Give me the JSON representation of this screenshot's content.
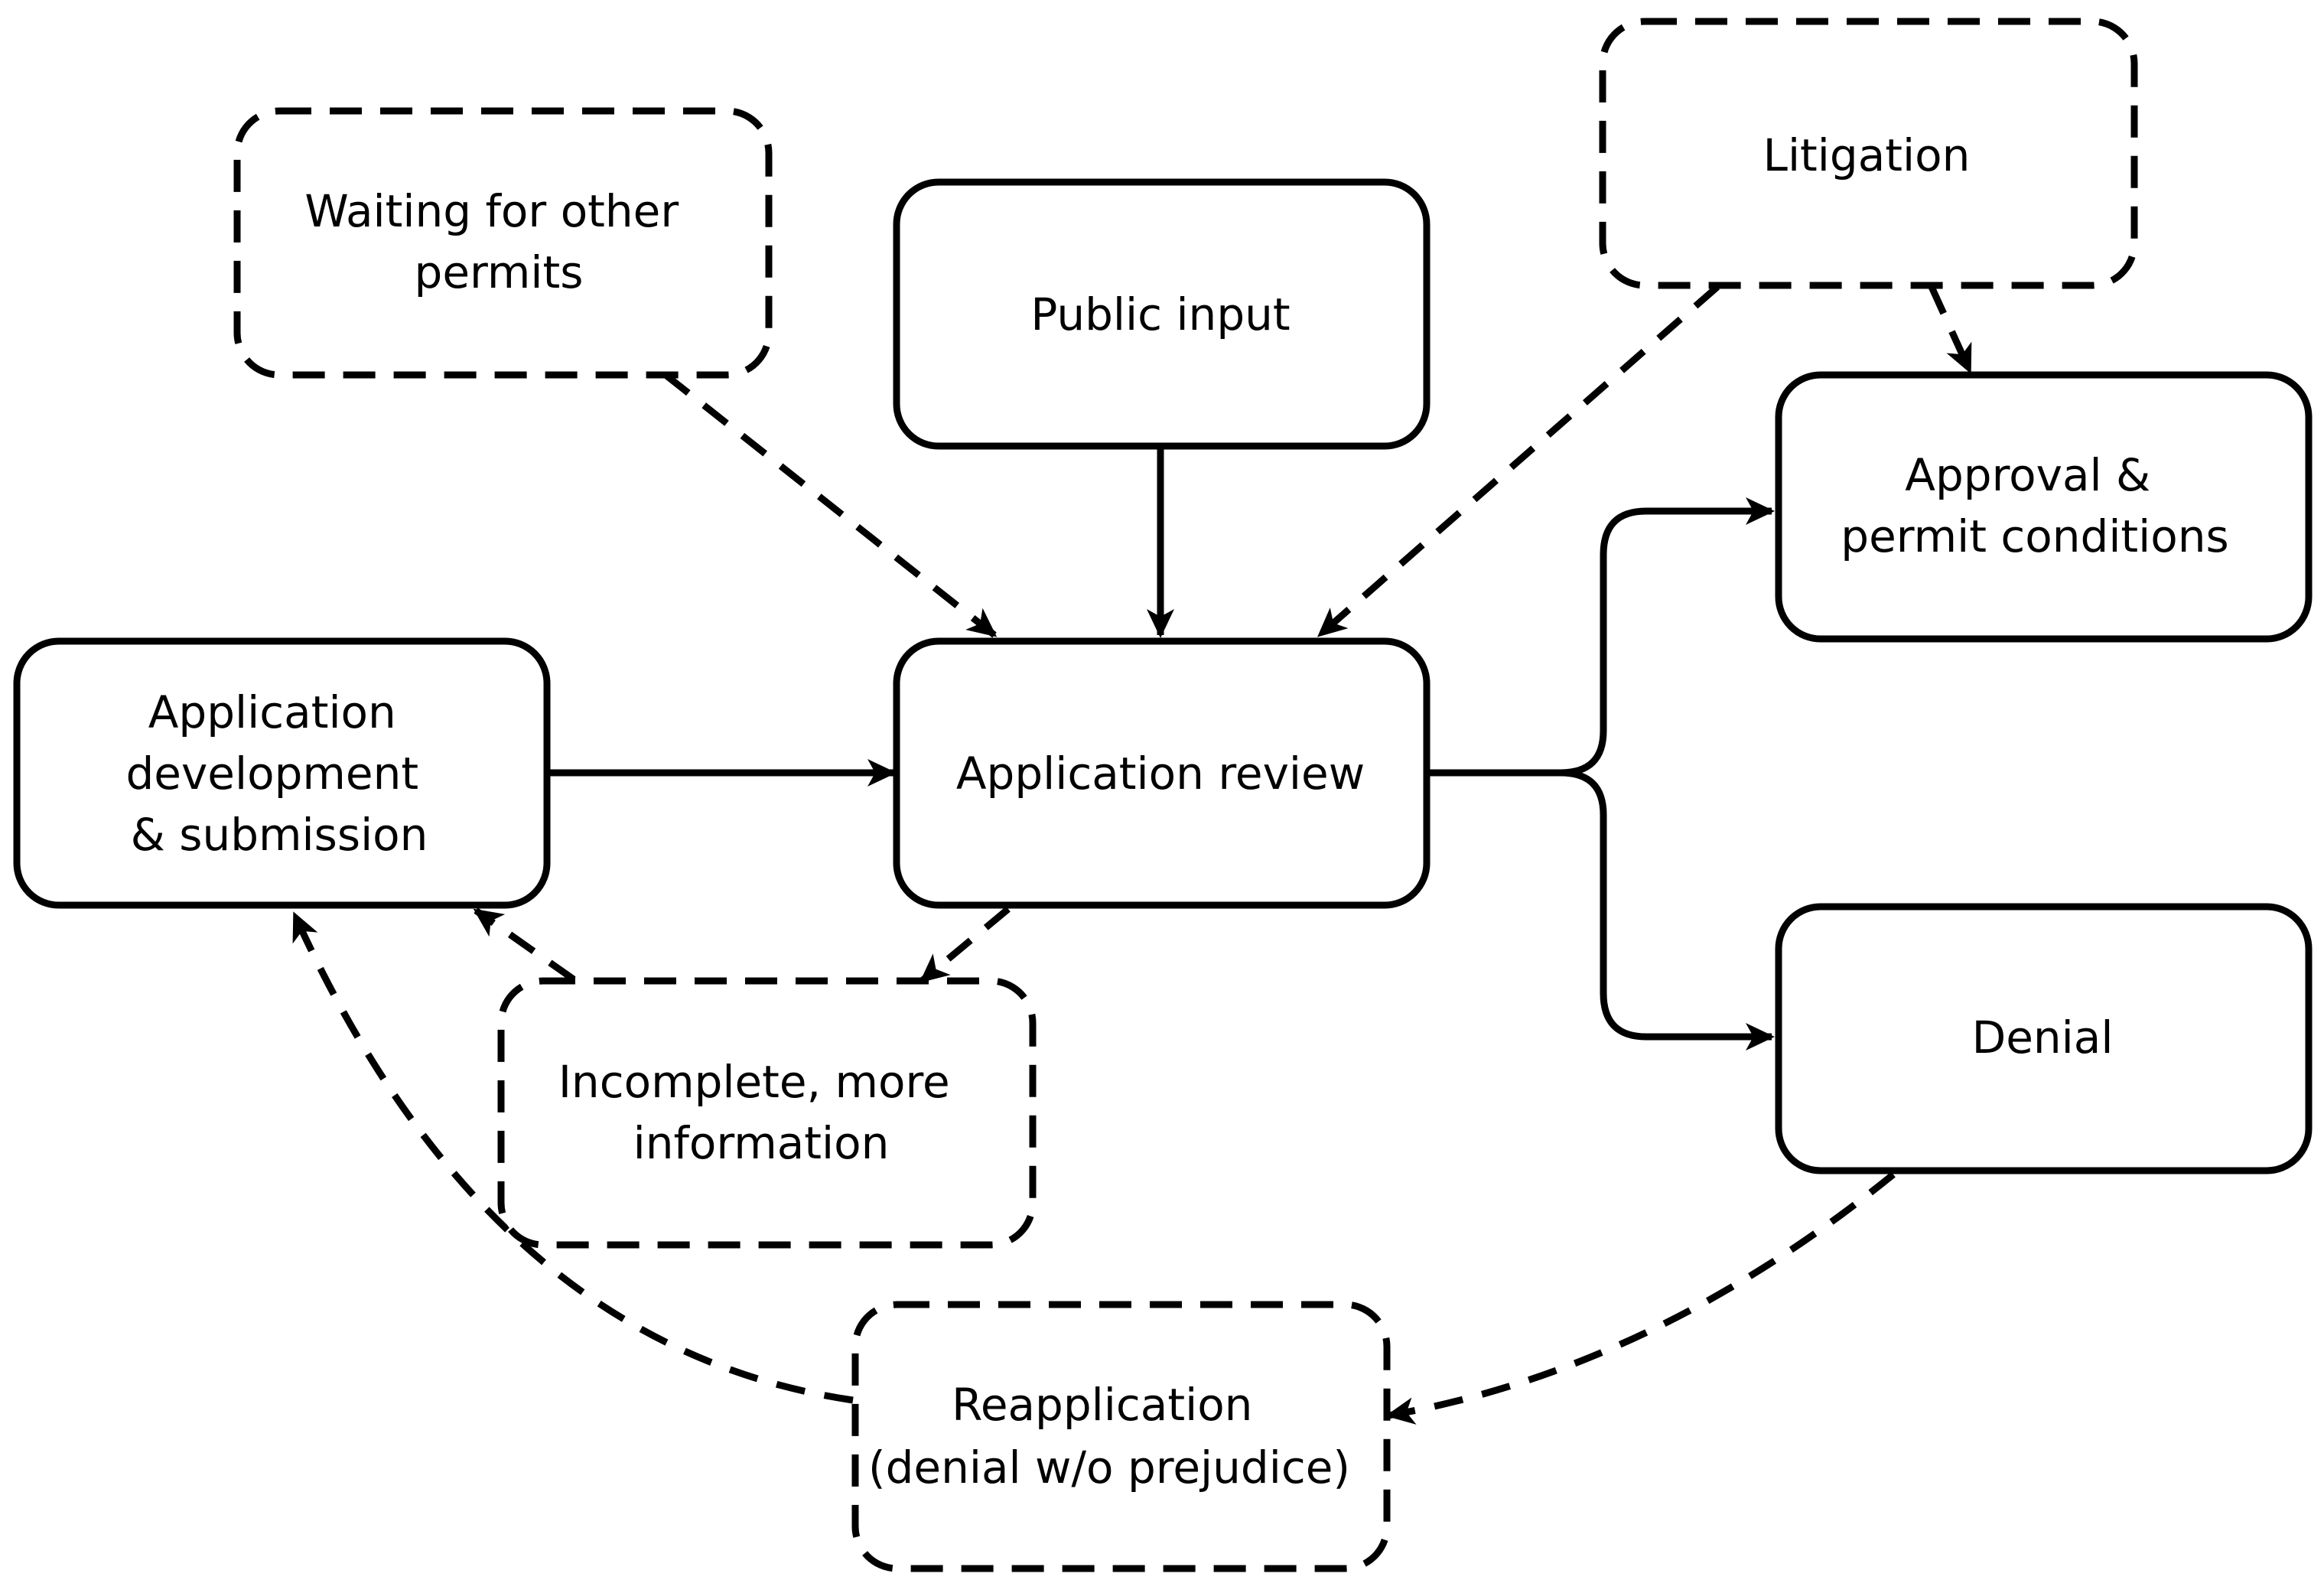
{
  "nodes": {
    "waiting": {
      "lines": [
        "Waiting for other",
        "permits"
      ],
      "style": "dashed"
    },
    "public_input": {
      "lines": [
        "Public input"
      ],
      "style": "solid"
    },
    "litigation": {
      "lines": [
        "Litigation"
      ],
      "style": "dashed"
    },
    "approval": {
      "lines": [
        "Approval &",
        "permit conditions"
      ],
      "style": "solid"
    },
    "app_dev": {
      "lines": [
        "Application",
        "development",
        "& submission"
      ],
      "style": "solid"
    },
    "app_review": {
      "lines": [
        "Application review"
      ],
      "style": "solid"
    },
    "incomplete": {
      "lines": [
        "Incomplete, more",
        "information"
      ],
      "style": "dashed"
    },
    "denial": {
      "lines": [
        "Denial"
      ],
      "style": "solid"
    },
    "reapplication": {
      "lines": [
        "Reapplication",
        "(denial w/o prejudice)"
      ],
      "style": "dashed"
    }
  },
  "edges": [
    {
      "from": "waiting",
      "to": "app_review",
      "style": "dashed"
    },
    {
      "from": "public_input",
      "to": "app_review",
      "style": "solid"
    },
    {
      "from": "litigation",
      "to": "app_review",
      "style": "dashed"
    },
    {
      "from": "litigation",
      "to": "approval",
      "style": "dashed"
    },
    {
      "from": "app_dev",
      "to": "app_review",
      "style": "solid"
    },
    {
      "from": "app_review",
      "to": "approval",
      "style": "solid"
    },
    {
      "from": "app_review",
      "to": "denial",
      "style": "solid"
    },
    {
      "from": "app_review",
      "to": "incomplete",
      "style": "dashed"
    },
    {
      "from": "incomplete",
      "to": "app_dev",
      "style": "dashed"
    },
    {
      "from": "denial",
      "to": "reapplication",
      "style": "dashed"
    },
    {
      "from": "reapplication",
      "to": "app_dev",
      "style": "dashed"
    }
  ]
}
